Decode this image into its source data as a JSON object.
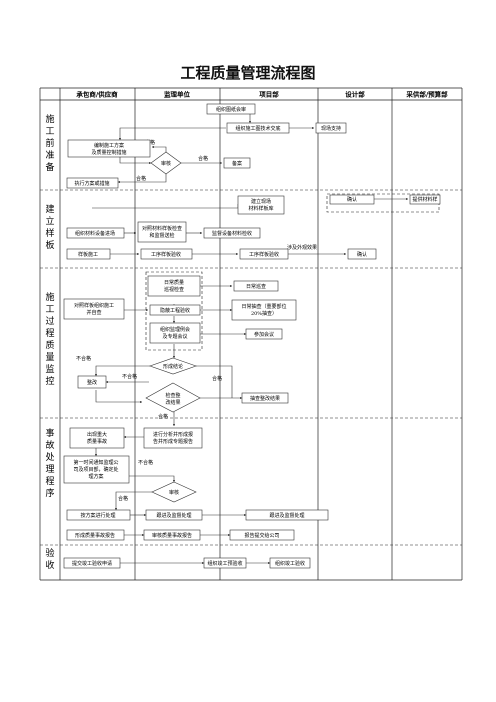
{
  "title": "工程质量管理流程图",
  "columns": [
    "承包商/供应商",
    "监理单位",
    "项目部",
    "设计部",
    "采供部/预算部"
  ],
  "stages": [
    "施工前准备",
    "建立样板",
    "施工过程质量监控",
    "事故处理程序",
    "验收"
  ],
  "nodes": {
    "n1": "组织图纸会审",
    "n2": "组织施工图技术交底",
    "n3": "现场支持",
    "n4a": "编制施工方案",
    "n4b": "及质量控制措施",
    "n5": "审核",
    "n6": "备案",
    "n7": "执行方案或措施",
    "n8a": "建立现场",
    "n8b": "材料样板库",
    "n9": "确认",
    "n10": "提供材料样",
    "n11": "组织材料设备进场",
    "n12a": "对照材料样板检查",
    "n12b": "和监督送检",
    "n13": "监督设备材料检收",
    "n14": "样板施工",
    "n15": "工序样板验收",
    "n16": "工序样板验收",
    "n17": "确认",
    "n18a": "日常质量",
    "n18b": "巡视检查",
    "n19": "日常巡查",
    "n20a": "对照样板组织施工",
    "n20b": "并自查",
    "n21": "隐蔽工程验收",
    "n22a": "日常抽查（重要部位",
    "n22b": "20%抽查）",
    "n23a": "组织监理例会",
    "n23b": "及专题会议",
    "n24": "参加会议",
    "n25": "形成结论",
    "n26": "整改",
    "n27a": "检查整",
    "n27b": "改结果",
    "n28": "抽查整改结果",
    "n29a": "出现重大",
    "n29b": "质量事故",
    "n30a": "进行分析并形成报",
    "n30b": "告并形成专题报告",
    "n31a": "第一时间通知监理公",
    "n31b": "司及项目部，确定处",
    "n31c": "理方案",
    "n32": "审核",
    "n33": "按方案进行处理",
    "n34": "跟进及监督处理",
    "n35": "跟进及监督处理",
    "n36": "形成质量事故报告",
    "n37": "审核质量事故报告",
    "n38": "报告提交给公司",
    "n39": "提交竣工验收申请",
    "n40": "组织竣工预验收",
    "n41": "组织竣工验收"
  },
  "edge_labels": {
    "e1": "不合格",
    "e2": "合格",
    "e3": "合格",
    "e4": "涉及外观效果",
    "e5": "不合格",
    "e6": "不合格",
    "e7": "合格",
    "e8": "合格",
    "e9": "不合格",
    "e10": "合格"
  }
}
